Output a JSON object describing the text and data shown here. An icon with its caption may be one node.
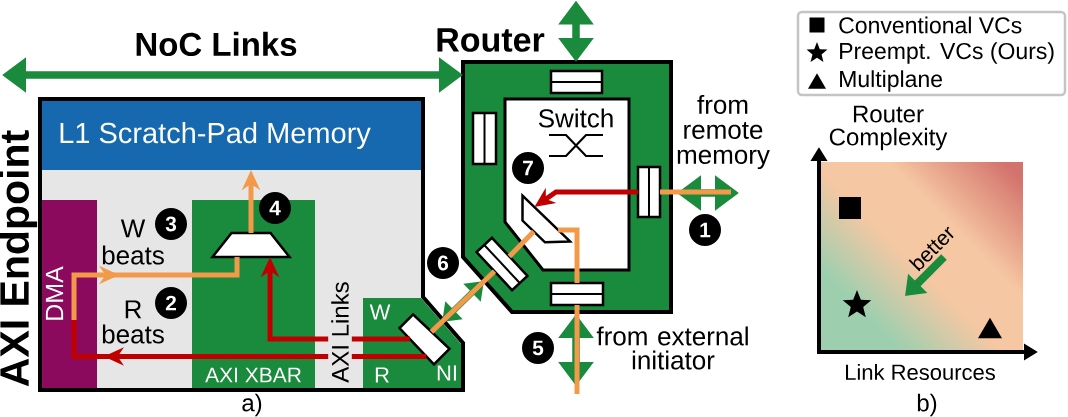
{
  "diagram": {
    "nodes": [
      {
        "text": [
          "AXI Endpoint"
        ]
      },
      {
        "text": [
          "L1 Scratch-Pad Memory"
        ],
        "in": 0
      },
      {
        "text": [
          "DMA"
        ],
        "in": 0
      },
      {
        "text": [
          "AXI XBAR"
        ],
        "in": 0
      },
      {
        "text": [],
        "shape": "trapezoid",
        "in": 3
      },
      {
        "text": [
          "W",
          "R",
          "NI"
        ],
        "in": 0
      },
      {
        "text": [],
        "shape": "trapezoid",
        "in": 5
      },
      {
        "text": [
          "Router"
        ]
      },
      {
        "text": [
          "Switch"
        ],
        "in": 7
      },
      {
        "text": [],
        "shape": "trapezoid",
        "in": 8
      },
      {
        "text": [],
        "shape": "box",
        "in": 7
      },
      {
        "text": [],
        "shape": "box",
        "in": 7
      },
      {
        "text": [],
        "shape": "box",
        "in": 7
      },
      {
        "text": [],
        "shape": "box",
        "in": 7
      },
      {
        "text": [],
        "shape": "box",
        "in": 7
      }
    ],
    "edges": [
      {
        "from": null,
        "to": 7,
        "arrow": "both",
        "label": "NoC Links",
        "color": "#1a8a3c"
      },
      {
        "from": null,
        "to": 7,
        "arrow": "both",
        "color": "#1a8a3c"
      },
      {
        "from": null,
        "to": 7,
        "arrow": "both",
        "color": "#1a8a3c"
      },
      {
        "from": null,
        "to": 7,
        "arrow": "both",
        "color": "#1a8a3c"
      },
      {
        "from": 5,
        "to": 7,
        "arrow": "both",
        "color": "#1a8a3c"
      },
      {
        "from": null,
        "to": 12,
        "arrow": "none"
      },
      {
        "from": 12,
        "to": 9,
        "arrow": "to",
        "color": "#c00000"
      },
      {
        "from": null,
        "to": 14,
        "arrow": "none"
      },
      {
        "from": 14,
        "to": 9,
        "arrow": "none"
      },
      {
        "from": 9,
        "to": 13,
        "arrow": "none"
      },
      {
        "from": 13,
        "to": 6,
        "arrow": "none"
      },
      {
        "from": 6,
        "to": 4,
        "arrow": "to",
        "color": "#c00000"
      },
      {
        "from": 6,
        "to": 2,
        "arrow": "to",
        "color": "#c00000"
      },
      {
        "from": 2,
        "to": 4,
        "arrow": "to"
      },
      {
        "from": 4,
        "to": 1,
        "arrow": "to"
      }
    ],
    "labels": [
      "from remote memory",
      "7",
      "4",
      "3",
      "W beats",
      "1",
      "6",
      "2",
      "R beats",
      "AXI Links",
      "5",
      "from external initiator",
      "a)",
      "Router Complexity",
      "better",
      "Link Resources",
      "b)"
    ],
    "legend": [
      {
        "text": "Conventional VCs"
      },
      {
        "text": "Preempt. VCs (Ours)"
      },
      {
        "text": "Multiplane"
      }
    ]
  }
}
